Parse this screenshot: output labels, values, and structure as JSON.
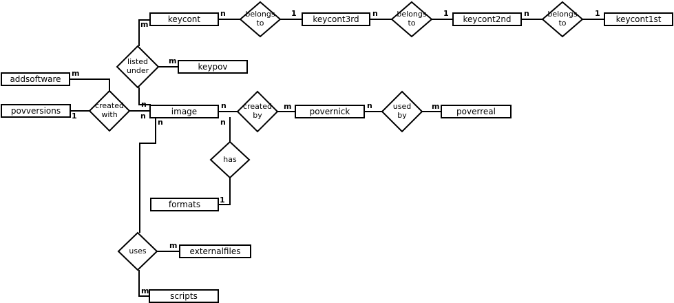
{
  "diagram": {
    "type": "entity-relationship",
    "colors": {
      "line": "#000000",
      "shape_fill": "#ffffff",
      "background": "#ffffff",
      "text": "#000000"
    },
    "entities": {
      "keycont": "keycont",
      "keycont3rd": "keycont3rd",
      "keycont2nd": "keycont2nd",
      "keycont1st": "keycont1st",
      "keypov": "keypov",
      "addsoftware": "addsoftware",
      "povversions": "povversions",
      "image": "image",
      "povernick": "povernick",
      "poverreal": "poverreal",
      "formats": "formats",
      "externalfiles": "externalfiles",
      "scripts": "scripts"
    },
    "relationships": {
      "belongs_to_1": "belongs\nto",
      "belongs_to_2": "belongs\nto",
      "belongs_to_3": "belongs\nto",
      "listed_under": "listed\nunder",
      "created_with": "created\nwith",
      "created_by": "created\nby",
      "used_by": "used\nby",
      "has": "has",
      "uses": "uses"
    },
    "cardinalities": {
      "keycont_listed_under": "m",
      "keycont_belongs1": "n",
      "belongs1_keycont3rd": "1",
      "keycont3rd_belongs2": "n",
      "belongs2_keycont2nd": "1",
      "keycont2nd_belongs3": "n",
      "belongs3_keycont1st": "1",
      "listed_under_keypov": "m",
      "addsoftware_created_with": "m",
      "povversions_created_with": "1",
      "listed_under_image": "n",
      "created_with_image": "n",
      "image_created_by": "n",
      "created_by_povernick": "m",
      "povernick_used_by": "n",
      "used_by_poverreal": "m",
      "image_has": "n",
      "has_formats": "1",
      "image_uses": "n",
      "uses_externalfiles": "m",
      "uses_scripts": "m"
    }
  }
}
